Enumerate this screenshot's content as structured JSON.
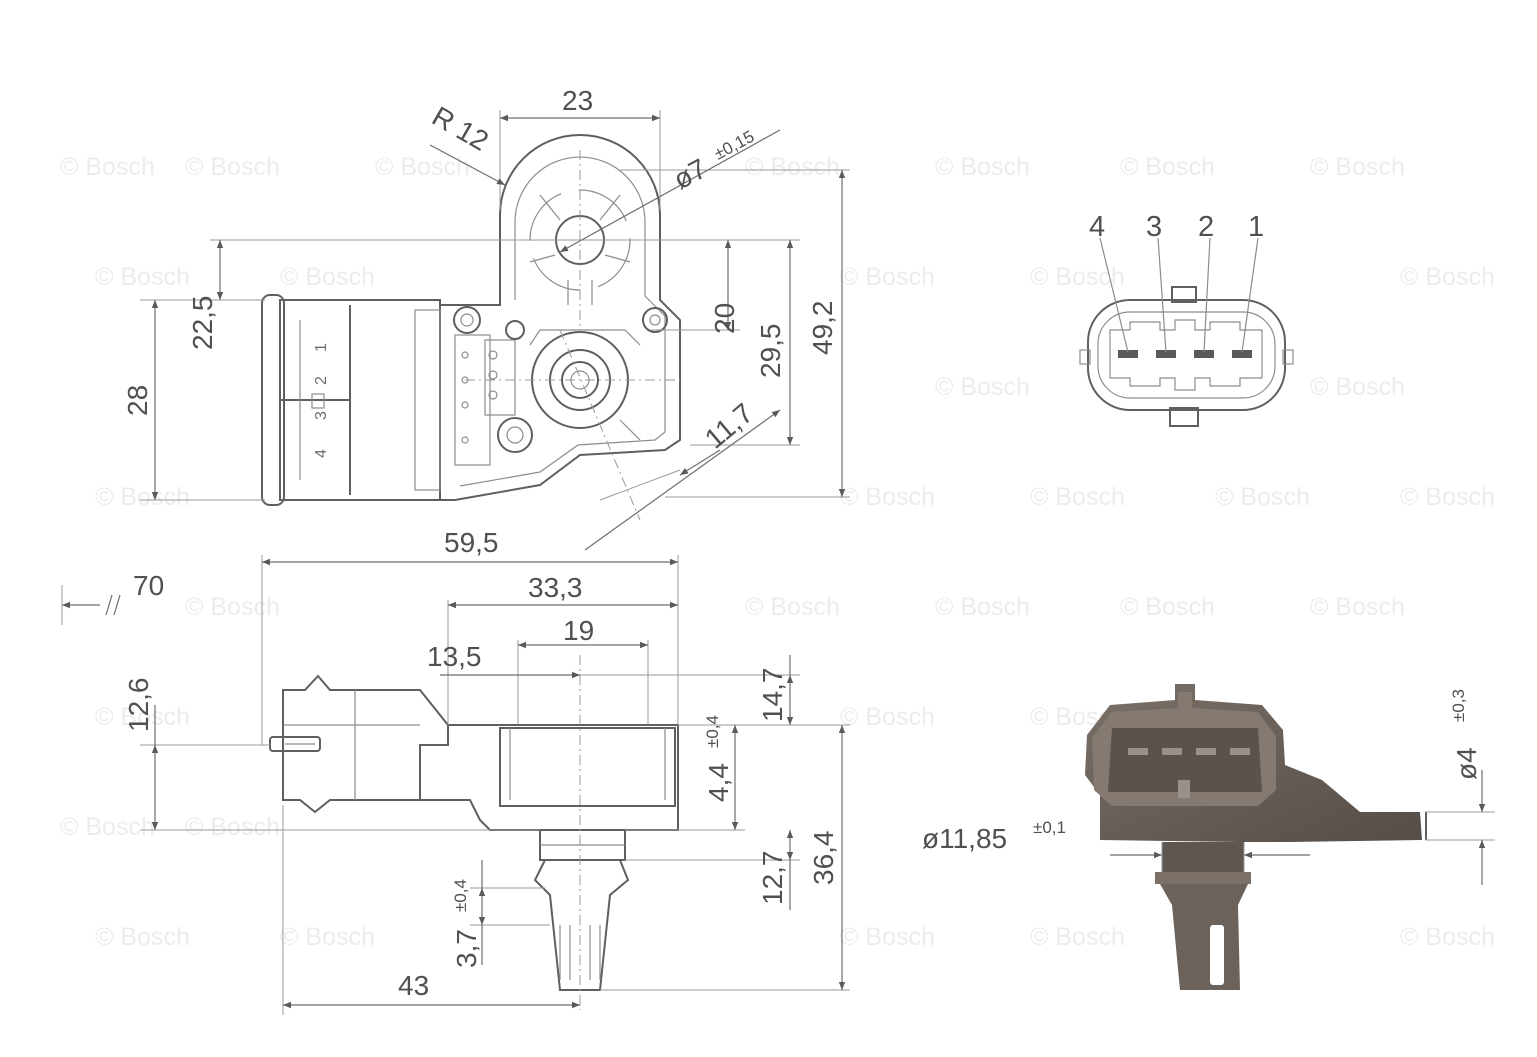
{
  "watermark": "© Bosch",
  "front_view": {
    "radius": "R 12",
    "hole_diameter": "ø7",
    "hole_tol": "±0,15",
    "dims": {
      "top_width": "23",
      "d22_5": "22,5",
      "d28": "28",
      "d20": "20",
      "d29_5": "29,5",
      "d49_2": "49,2",
      "d11_7": "11,7"
    },
    "connector_pins": [
      "1",
      "2",
      "3",
      "4"
    ]
  },
  "pinout": {
    "pins": [
      "4",
      "3",
      "2",
      "1"
    ]
  },
  "side_view": {
    "dims": {
      "d59_5": "59,5",
      "d70": "70",
      "d33_3": "33,3",
      "d19": "19",
      "d13_5": "13,5",
      "d12_6": "12,6",
      "d14_7": "14,7",
      "d4_4": "4,4",
      "d4_4_tol": "±0,4",
      "d12_7": "12,7",
      "d36_4": "36,4",
      "d3_7": "3,7",
      "d3_7_tol": "±0,4",
      "d43": "43"
    }
  },
  "photo": {
    "diameter_label": "ø11,85",
    "diameter_tol": "±0,1",
    "pin_label": "ø4",
    "pin_tol": "±0,3"
  },
  "colors": {
    "line": "#5f5f5f",
    "photo_body": "#6b625b",
    "background": "#ffffff"
  }
}
